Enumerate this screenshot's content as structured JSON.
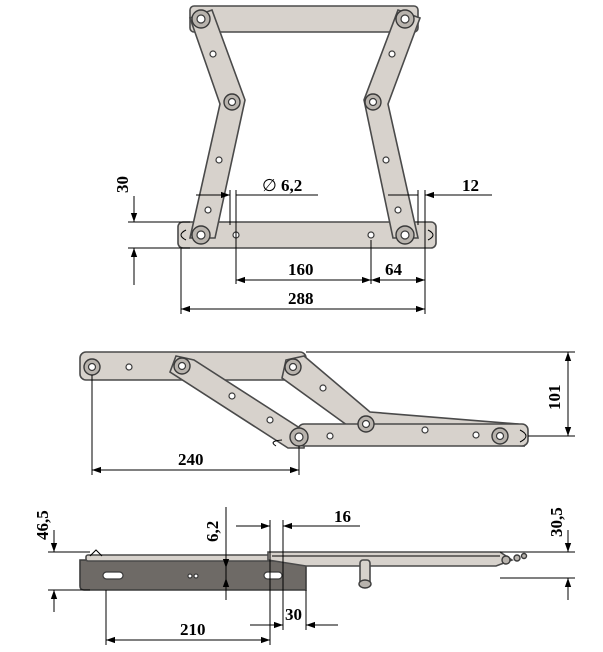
{
  "dimensions": {
    "front": {
      "height_30": "30",
      "hole_dia": "6,2",
      "diameter_symbol": "∅",
      "offset_12": "12",
      "hole_spacing_160": "160",
      "end_offset_64": "64",
      "overall_288": "288"
    },
    "open": {
      "reach_240": "240",
      "height_101": "101"
    },
    "side": {
      "thickness_46_5": "46,5",
      "slot_6_2": "6,2",
      "width_16": "16",
      "height_30_5": "30,5",
      "length_210": "210",
      "offset_30": "30"
    }
  },
  "colors": {
    "arm_fill": "#d7d2cc",
    "base_plate_fill": "#6e6a66",
    "outline": "#4a4a4a"
  }
}
